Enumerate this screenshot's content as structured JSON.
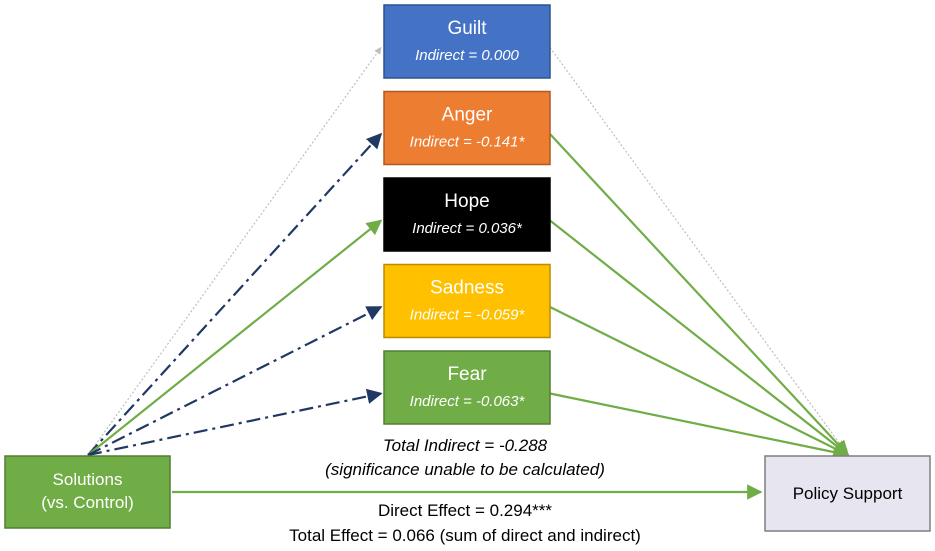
{
  "mediators": [
    {
      "name": "Guilt",
      "indirect": "Indirect = 0.000",
      "fill": "#4472C4",
      "stroke": "#2F528F",
      "text_color": "#FFFFFF",
      "link_a": "dotted-grey",
      "link_b": "dotted-grey"
    },
    {
      "name": "Anger",
      "indirect": "Indirect = -0.141*",
      "fill": "#ED7D31",
      "stroke": "#AE5A21",
      "text_color": "#FFFFFF",
      "link_a": "dashdot-blue",
      "link_b": "solid-green"
    },
    {
      "name": "Hope",
      "indirect": "Indirect = 0.036*",
      "fill": "#000000",
      "stroke": "#000000",
      "text_color": "#FFFFFF",
      "link_a": "solid-green",
      "link_b": "solid-green"
    },
    {
      "name": "Sadness",
      "indirect": "Indirect = -0.059*",
      "fill": "#FFC000",
      "stroke": "#BC8C00",
      "text_color": "#FFFFFF",
      "link_a": "dashdot-blue",
      "link_b": "solid-green"
    },
    {
      "name": "Fear",
      "indirect": "Indirect = -0.063*",
      "fill": "#70AD47",
      "stroke": "#507E32",
      "text_color": "#FFFFFF",
      "link_a": "dashdot-blue",
      "link_b": "solid-green"
    }
  ],
  "source": {
    "line1": "Solutions",
    "line2": "(vs. Control)",
    "fill": "#70AD47",
    "stroke": "#507E32",
    "text_color": "#FFFFFF"
  },
  "outcome": {
    "label": "Policy Support",
    "fill": "#E7E6F0",
    "stroke": "#7F7F7F",
    "text_color": "#000000"
  },
  "notes": {
    "total_indirect": "Total Indirect = -0.288",
    "significance": "(significance unable to be calculated)",
    "direct_effect": "Direct Effect = 0.294***",
    "total_effect": "Total Effect = 0.066 (sum of direct and indirect)"
  },
  "colors": {
    "green": "#70AD47",
    "blue": "#203864",
    "grey": "#BFBFBF"
  }
}
